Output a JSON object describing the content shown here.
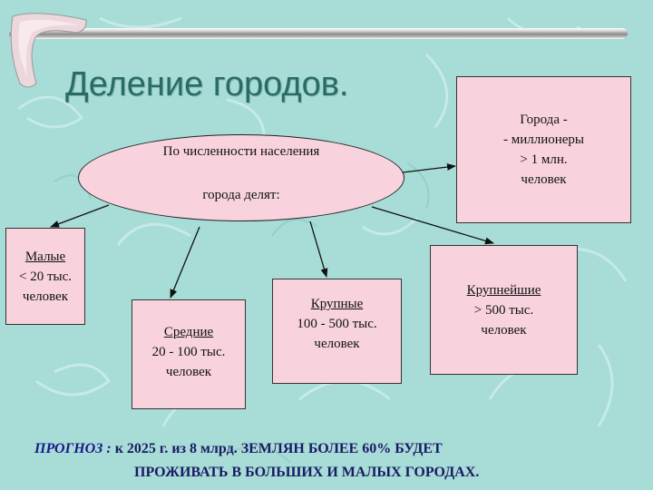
{
  "title": "Деление  городов.",
  "ellipse": {
    "line1": "По  численности  населения",
    "line2": "города  делят:"
  },
  "boxes": {
    "million": {
      "l1": "Города -",
      "l2": "- миллионеры",
      "l3": ">  1 млн.",
      "l4": "человек"
    },
    "small": {
      "l1": "Малые",
      "l2": "< 20 тыс.",
      "l3": "человек"
    },
    "medium": {
      "l1": "Средние",
      "l2": "20 - 100 тыс.",
      "l3": "человек"
    },
    "large": {
      "l1": "Крупные",
      "l2": "100 - 500 тыс.",
      "l3": "человек"
    },
    "largest": {
      "l1": "Крупнейшие",
      "l2": ">  500 тыс.",
      "l3": "человек"
    }
  },
  "forecast": {
    "label": "ПРОГНОЗ  :",
    "line1": " к  2025  г.  из  8 млрд.  ЗЕМЛЯН  БОЛЕЕ  60%  БУДЕТ",
    "line2": "ПРОЖИВАТЬ  В  БОЛЬШИХ  И  МАЛЫХ  ГОРОДАХ."
  },
  "colors": {
    "background": "#a8dcd6",
    "box_fill": "#f8d3de",
    "title": "#2b6b66",
    "forecast_text": "#1a1a66"
  }
}
